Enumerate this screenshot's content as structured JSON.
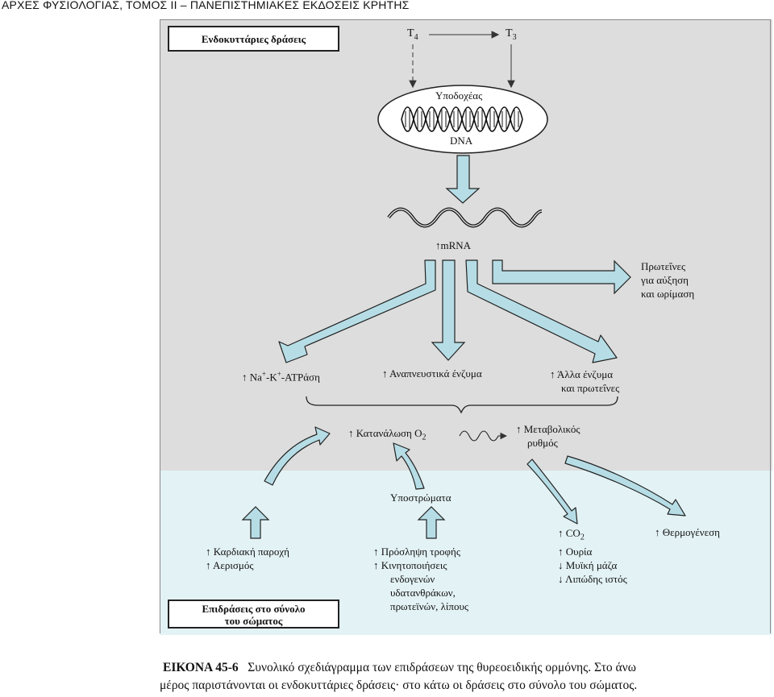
{
  "header": {
    "title": "ΑΡΧΕΣ ΦΥΣΙΟΛΟΓΙΑΣ, ΤΟΜΟΣ ΙΙ – ΠΑΝΕΠΙΣΤΗΜΙΑΚΕΣ ΕΚΔΟΣΕΙΣ ΚΡΗΤΗΣ"
  },
  "diagram": {
    "top_section_title": "Ενδοκυττάριες δράσεις",
    "bottom_section_title_line1": "Επιδράσεις στο σύνολο",
    "bottom_section_title_line2": "του σώματος",
    "hormones": {
      "t4": "T",
      "t4_sub": "4",
      "t3": "T",
      "t3_sub": "3"
    },
    "receptor": "Υποδοχέας",
    "dna": "DNA",
    "mrna": "↑mRNA",
    "proteins_growth": [
      "Πρωτεΐνες",
      "για αύξηση",
      "και ωρίμαση"
    ],
    "na_k_atpase": {
      "prefix": "↑ Na",
      "sup1": "+",
      "mid": "-K",
      "sup2": "+",
      "suffix": "-ATPάση"
    },
    "resp_enzymes": "↑ Αναπνευστικά ένζυμα",
    "other_enzymes": [
      "↑ Άλλα ένζυμα",
      "και πρωτεΐνες"
    ],
    "o2_consumption": {
      "text": "↑ Κατανάλωση O",
      "sub": "2"
    },
    "metabolic_rate": [
      "↑ Μεταβολικός",
      "ρυθμός"
    ],
    "substrates": "Υποστρώματα",
    "cardiac": [
      "↑ Καρδιακή παροχή",
      "↑ Αερισμός"
    ],
    "food": [
      "↑ Πρόσληψη τροφής",
      "↑ Κινητοποιήσεις",
      "ενδογενών",
      "υδατανθράκων,",
      "πρωτεϊνών, λίπους"
    ],
    "co2_block": [
      {
        "text": "↑ CO",
        "sub": "2"
      },
      {
        "text": "↑ Ουρία"
      },
      {
        "text": "↓ Μυϊκή μάζα"
      },
      {
        "text": "↓ Λιπώδης ιστός"
      }
    ],
    "thermogenesis": "↑ Θερμογένεση"
  },
  "caption": {
    "label": "ΕΙΚΟΝΑ 45-6",
    "line1": "Συνολικό σχεδιάγραμμα των επιδράσεων της θυρεοειδικής ορμόνης. Στο άνω",
    "line2": "μέρος παριστάνονται οι ενδοκυττάριες δράσεις· στο κάτω οι δράσεις στο σύνολο του σώματος."
  },
  "colors": {
    "arrow_fill": "#b6dde6",
    "arrow_stroke": "#222222",
    "top_bg": "#dddddd",
    "bottom_bg": "#e3f2f5"
  }
}
